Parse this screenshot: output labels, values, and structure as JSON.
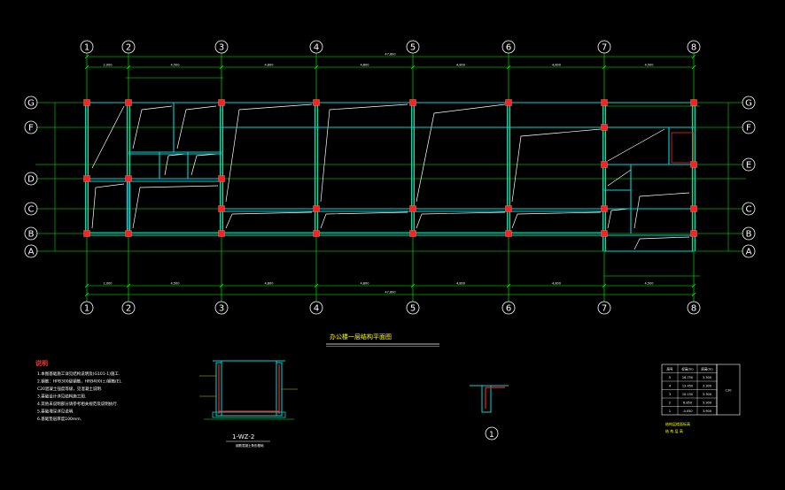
{
  "drawing": {
    "title": "办公楼一层结构平面图",
    "colors": {
      "background": "#000000",
      "axis_line": "#00ff00",
      "dim_line": "#00ff00",
      "beam": "#00d6d6",
      "column": "#ff2020",
      "slab_line": "#ffffff",
      "text": "#ffffff",
      "title": "#ffff00",
      "note_title": "#ff3030"
    },
    "vertical_axes": [
      "1",
      "2",
      "3",
      "4",
      "5",
      "6",
      "7",
      "8"
    ],
    "horizontal_axes_left": [
      "G",
      "F",
      "D",
      "C",
      "B",
      "A"
    ],
    "horizontal_axes_right": [
      "G",
      "F",
      "E",
      "C",
      "B",
      "A"
    ],
    "top_dims": [
      "2,000",
      "4,500",
      "4,800",
      "4,800",
      "4,800",
      "4,800",
      "4,500"
    ],
    "top_total": "47,600",
    "bottom_dims": [
      "2,000",
      "4,500",
      "4,800",
      "4,800",
      "4,800",
      "4,800",
      "4,500"
    ],
    "bottom_total": "47,600"
  },
  "section": {
    "label": "1-WZ-2",
    "sublabel": "钢筋混凝土条形基础",
    "detail_marker": "1"
  },
  "notes": {
    "title": "说明",
    "lines": [
      "1.本图基础施工详见结构说明及(G101-1)施工.",
      "2.钢筋：HPB300级钢筋，HRB400(±)钢筋(E),",
      "  C20混凝土强度等级，见混凝土说明.",
      "3.基础设计详见结构施工图.",
      "4.其他未说明部分请参考相关规范及说明执行.",
      "5.基础埋深详见说明.",
      "6.基础垫层厚度100mm."
    ]
  },
  "table": {
    "caption_line1": "结构层楼面标高",
    "caption_line2": "结 构 层 高",
    "header": [
      "层号",
      "标高(m)",
      "层高(m)"
    ],
    "rows": [
      [
        "5",
        "16.750",
        "3.300"
      ],
      [
        "4",
        "13.450",
        "3.300"
      ],
      [
        "3",
        "10.150",
        "3.300"
      ],
      [
        "2",
        "6.850",
        "3.300"
      ],
      [
        "1",
        "-0.050",
        "3.900"
      ]
    ],
    "side_label": "C30"
  }
}
